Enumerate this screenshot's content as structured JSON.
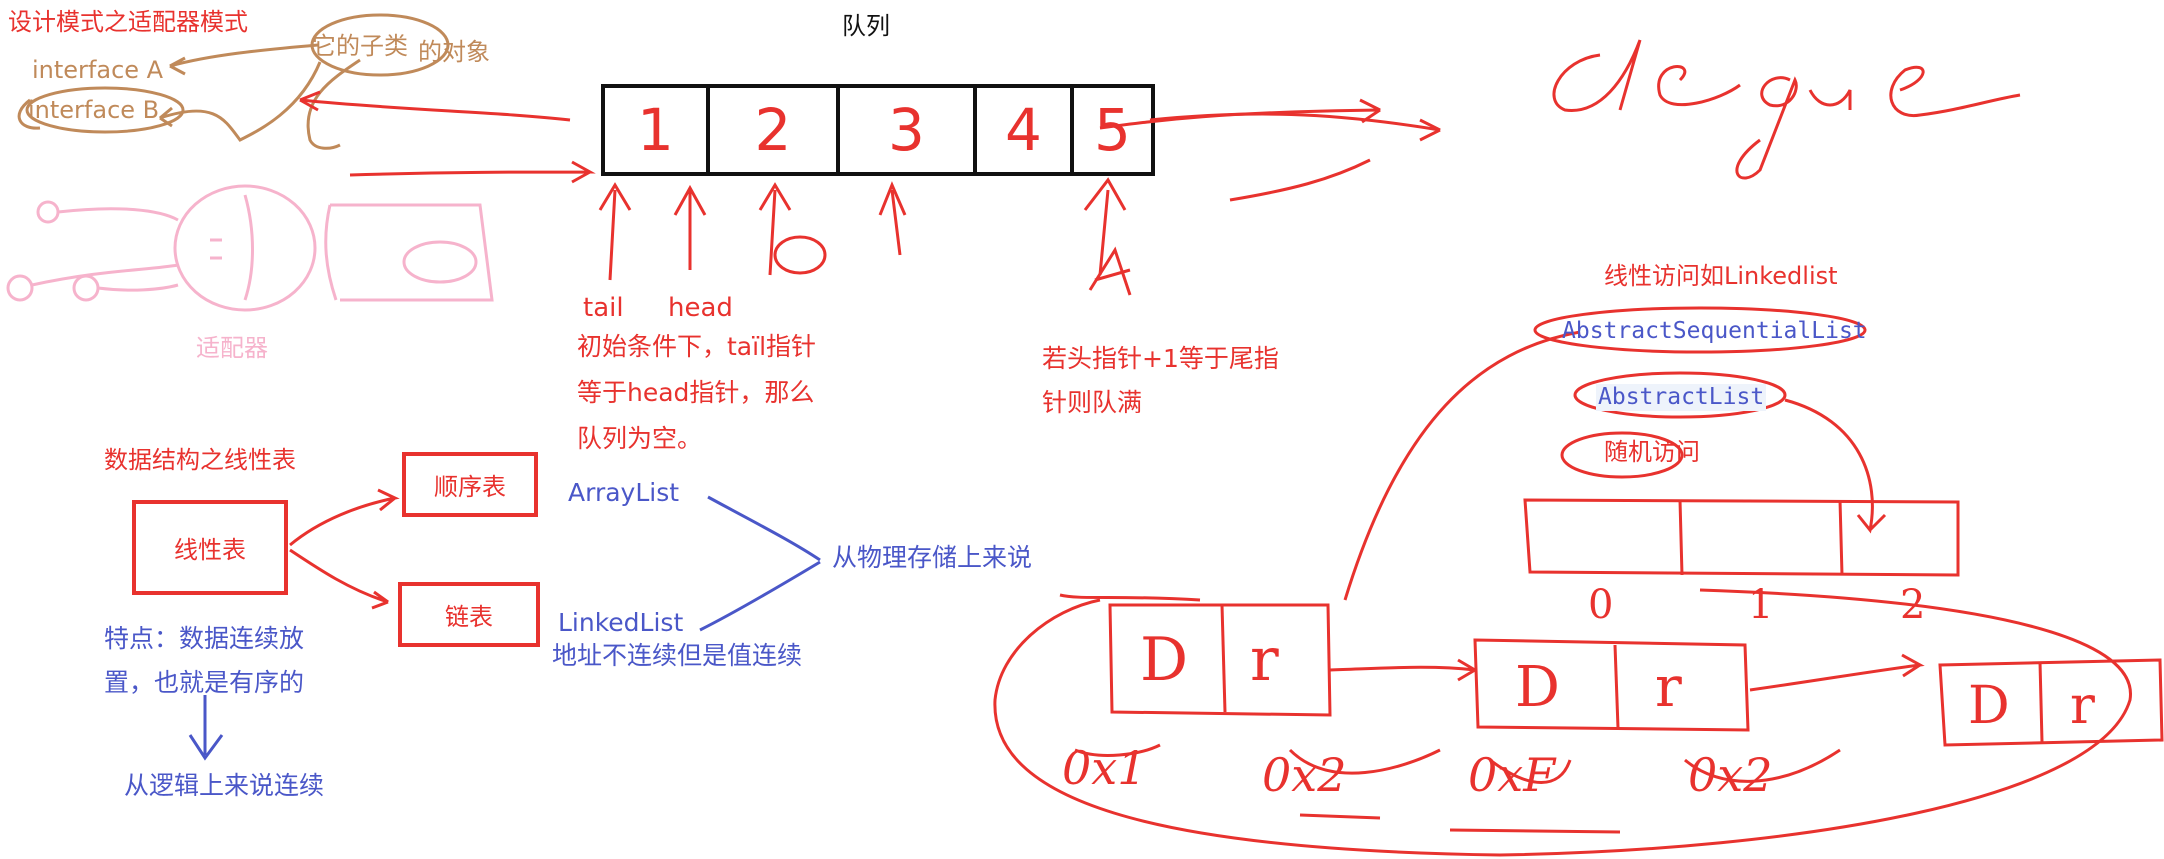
{
  "texts": {
    "adapter_title": "设计模式之适配器模式",
    "interface_a": "interface A",
    "interface_b": "interface B",
    "its_subclass": "它的子类",
    "object_suffix": "的对象",
    "adapter_label": "适配器",
    "queue_title": "队列",
    "tail": "tail",
    "head": "head",
    "init_note_1": "初始条件下，taïl指针",
    "init_note_2": "等于head指针，那么",
    "init_note_3": "队列为空。",
    "full_note_1": "若头指针+1等于尾指",
    "full_note_2": "针则队满",
    "linear_title": "数据结构之线性表",
    "linear_table": "线性表",
    "sequential_table": "顺序表",
    "linked_table": "链表",
    "array_list": "ArrayList",
    "linked_list": "LinkedList",
    "physical_note": "从物理存储上来说",
    "addr_note": "地址不连续但是值连续",
    "feature_1": "特点：数据连续放",
    "feature_2": "置，也就是有序的",
    "logical_note": "从逻辑上来说连续",
    "linear_access": "线性访问如Linkedlist",
    "abstract_seq": "AbstractSequentialList",
    "abstract_list": "AbstractList",
    "random_access": "随机访问",
    "deque": "deque"
  },
  "queue_cells": [
    "1",
    "2",
    "3",
    "4",
    "5"
  ],
  "array_indices": [
    "0",
    "1",
    "2"
  ],
  "node_labels": [
    "D",
    "r"
  ],
  "addresses": [
    "0x1",
    "0x2",
    "0xF",
    "0x2"
  ],
  "colors": {
    "red": "#e8322e",
    "brown": "#c08a5a",
    "pink": "#f6b3cc",
    "blue": "#4a57c8",
    "black": "#111111"
  }
}
